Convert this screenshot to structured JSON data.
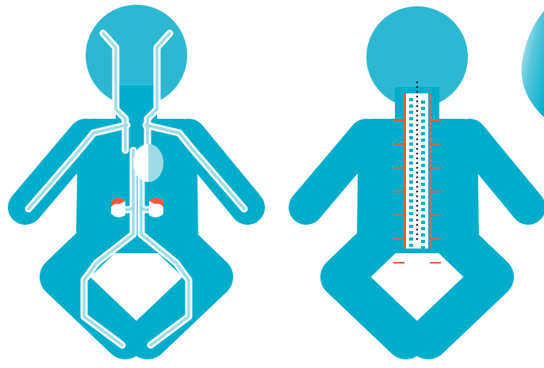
{
  "colors": {
    "body": "#00aecb",
    "head": "#2cb8d2",
    "vessel_outline": "#ffffff",
    "vessel_fill": "#9fdbe7",
    "heart_light": "#dff3f7",
    "kidney": "#ef5a3c",
    "nerve": "#e0623f",
    "vertebra": "#ffffff",
    "dots": "#08223a",
    "droplet_light": "#bfe8f1"
  },
  "figures": [
    {
      "name": "circulatory-baby-figure",
      "icon": "baby-circulation-icon"
    },
    {
      "name": "spine-baby-figure",
      "icon": "baby-spine-icon"
    },
    {
      "name": "droplet-shape",
      "icon": "droplet-icon"
    }
  ]
}
